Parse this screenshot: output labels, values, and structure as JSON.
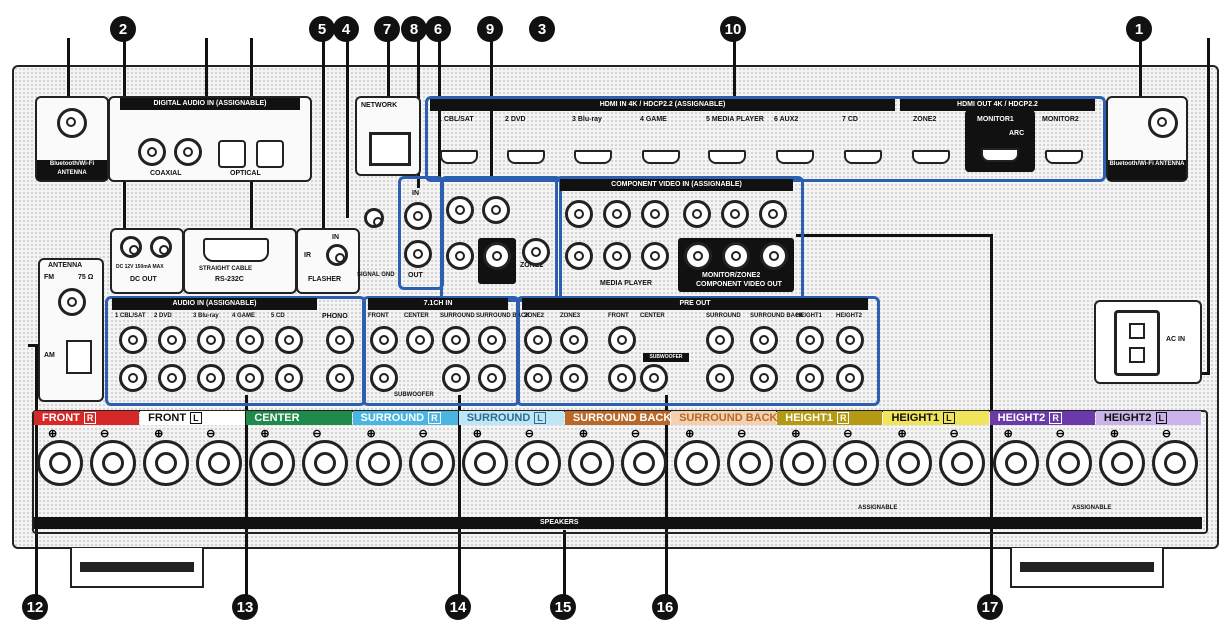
{
  "callouts": [
    "1",
    "2",
    "3",
    "4",
    "5",
    "6",
    "7",
    "8",
    "9",
    "10",
    "12",
    "13",
    "14",
    "15",
    "16",
    "17"
  ],
  "labels": {
    "digital_audio": "DIGITAL AUDIO IN (ASSIGNABLE)",
    "coaxial": "COAXIAL",
    "optical": "OPTICAL",
    "network": "NETWORK",
    "hdmi_in": "HDMI IN 4K / HDCP2.2 (ASSIGNABLE)",
    "hdmi_out": "HDMI OUT 4K / HDCP2.2",
    "hdmi_inputs": [
      "1 CBL/SAT",
      "2 DVD",
      "3 Blu-ray",
      "4 GAME",
      "5 MEDIA PLAYER",
      "6 AUX2",
      "7 CD"
    ],
    "zone2": "ZONE2",
    "monitor1": "MONITOR1",
    "monitor2": "MONITOR2",
    "arc": "ARC",
    "bt_left": "Bluetooth/Wi-Fi ANTENNA",
    "bt_right": "Bluetooth/Wi-Fi ANTENNA",
    "dc_out": "DC OUT",
    "dc_spec": "DC 12V 150mA MAX",
    "rs232c": "RS-232C",
    "straight_cable": "STRAIGHT CABLE",
    "flasher": "FLASHER",
    "ir": "IR",
    "in": "IN",
    "out": "OUT",
    "signal_gnd": "SIGNAL GND",
    "component_video": "COMPONENT VIDEO IN (ASSIGNABLE)",
    "component_out": "COMPONENT VIDEO OUT",
    "monitor_zone2": "MONITOR/ZONE2",
    "media_player": "MEDIA PLAYER",
    "antenna": "ANTENNA",
    "fm": "FM",
    "fm_ohm": "75 Ω",
    "am": "AM",
    "audio_in": "AUDIO IN (ASSIGNABLE)",
    "audio_inputs": [
      "1 CBL/SAT",
      "2 DVD",
      "3 Blu-ray",
      "4 GAME",
      "5 CD"
    ],
    "phono": "PHONO",
    "ch71_in": "7.1CH IN",
    "ch71": [
      "FRONT",
      "CENTER",
      "SURROUND",
      "SURROUND BACK"
    ],
    "subwoofer": "SUBWOOFER",
    "pre_out": "PRE OUT",
    "pre_out_ch": [
      "ZONE2",
      "ZONE3",
      "FRONT",
      "CENTER",
      "SURROUND",
      "SURROUND BACK",
      "HEIGHT1",
      "HEIGHT2"
    ],
    "ac_in": "AC IN",
    "speakers": "SPEAKERS",
    "assignable": "ASSIGNABLE"
  },
  "speaker_groups": [
    {
      "label": "FRONT",
      "side": "R",
      "color": "#d62828",
      "bg": "#d62828",
      "fg": "#ffffff"
    },
    {
      "label": "FRONT",
      "side": "L",
      "color": "#ffffff",
      "bg": "#ffffff",
      "fg": "#111111"
    },
    {
      "label": "CENTER",
      "side": "",
      "color": "#1f8a4c",
      "bg": "#1f8a4c",
      "fg": "#ffffff"
    },
    {
      "label": "SURROUND",
      "side": "R",
      "color": "#4ab5e0",
      "bg": "#4ab5e0",
      "fg": "#ffffff"
    },
    {
      "label": "SURROUND",
      "side": "L",
      "color": "#bfe6f5",
      "bg": "#bfe6f5",
      "fg": "#2a6d92"
    },
    {
      "label": "SURROUND BACK",
      "side": "R",
      "color": "#b8692a",
      "bg": "#b8692a",
      "fg": "#ffffff"
    },
    {
      "label": "SURROUND BACK",
      "side": "L",
      "color": "#f3d1b0",
      "bg": "#f3d1b0",
      "fg": "#b8692a"
    },
    {
      "label": "HEIGHT1",
      "side": "R",
      "color": "#b49a12",
      "bg": "#b49a12",
      "fg": "#ffffff"
    },
    {
      "label": "HEIGHT1",
      "side": "L",
      "color": "#f0e45a",
      "bg": "#f0e45a",
      "fg": "#111111"
    },
    {
      "label": "HEIGHT2",
      "side": "R",
      "color": "#6a3aa8",
      "bg": "#6a3aa8",
      "fg": "#ffffff"
    },
    {
      "label": "HEIGHT2",
      "side": "L",
      "color": "#c9b3e8",
      "bg": "#c9b3e8",
      "fg": "#111111"
    }
  ],
  "colors": {
    "callout": "#111111",
    "highlight": "#2d5fb0"
  }
}
